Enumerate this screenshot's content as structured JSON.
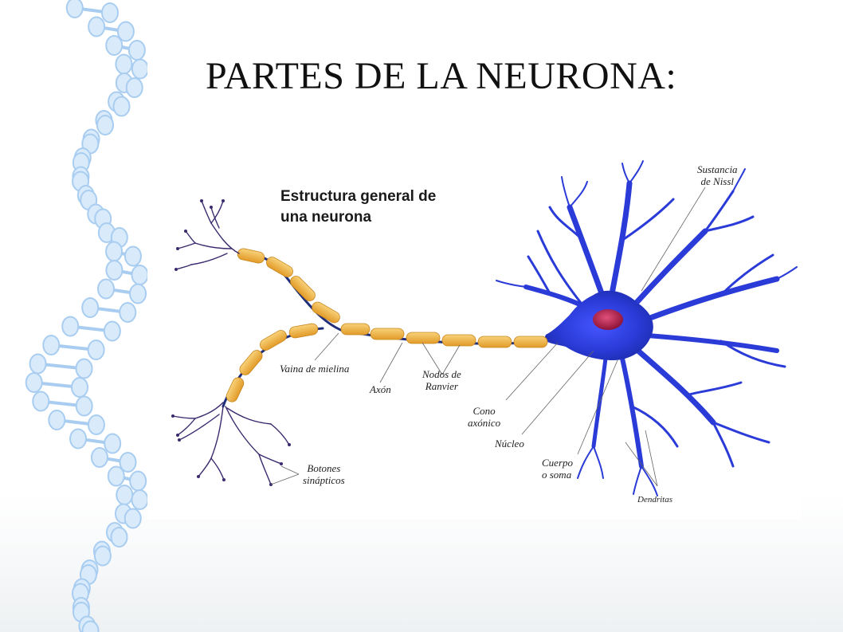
{
  "slide": {
    "title": "PARTES DE LA NEURONA:"
  },
  "figure": {
    "heading_line1": "Estructura general de",
    "heading_line2": "una neurona",
    "labels": {
      "sustancia_nissl_1": "Sustancia",
      "sustancia_nissl_2": "de Nissl",
      "vaina_mielina": "Vaina de mielina",
      "axon": "Axón",
      "nodos_ranvier_1": "Nodos de",
      "nodos_ranvier_2": "Ranvier",
      "cono_axonico_1": "Cono",
      "cono_axonico_2": "axónico",
      "nucleo": "Núcleo",
      "cuerpo_soma_1": "Cuerpo",
      "cuerpo_soma_2": "o soma",
      "dendritas": "Dendritas",
      "botones_1": "Botones",
      "botones_2": "sinápticos"
    }
  },
  "colors": {
    "neuron_body": "#2a3bd8",
    "nucleus": "#b3224a",
    "myelin": "#f0b347",
    "axon": "#1e2e7a",
    "helix": "#a9cdf0"
  }
}
